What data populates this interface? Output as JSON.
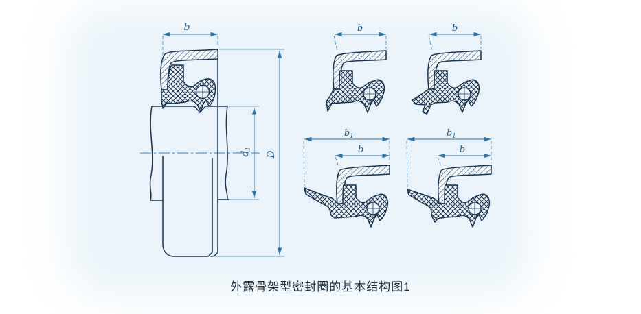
{
  "caption": "外露骨架型密封圈的基本结构图1",
  "colors": {
    "ink": "#16324f",
    "dim": "#2d76aa",
    "label": "#24608f",
    "caption": "#1d2c3a",
    "wash": "#d8eaf5",
    "paper": "#ffffff"
  },
  "dimensions": {
    "main_view": {
      "width": "b",
      "shaft_diameter": {
        "base": "d",
        "sub": "1"
      },
      "outer_diameter": "D"
    },
    "variant_1": {
      "width": "b"
    },
    "variant_2": {
      "width": "b"
    },
    "variant_3": {
      "width": "b",
      "overall_width": {
        "base": "b",
        "sub": "1"
      }
    },
    "variant_4": {
      "width": "b",
      "overall_width": {
        "base": "b",
        "sub": "1"
      }
    }
  }
}
